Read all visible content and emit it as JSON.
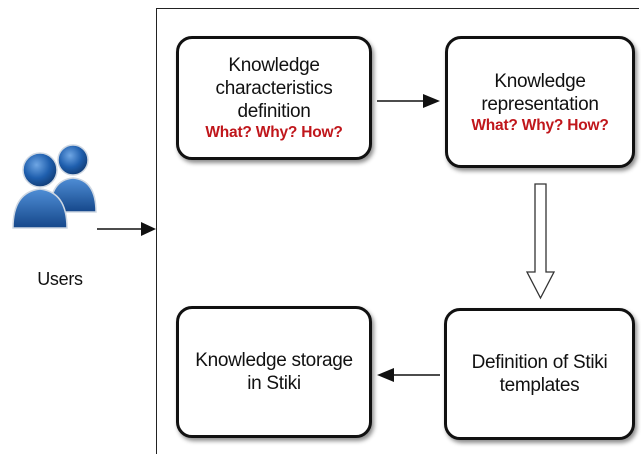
{
  "users": {
    "label": "Users",
    "icon": "users-icon"
  },
  "boxes": [
    {
      "id": "knowledge-characteristics",
      "title": "Knowledge characteristics definition",
      "question": "What? Why? How?"
    },
    {
      "id": "knowledge-representation",
      "title": "Knowledge representation",
      "question": "What? Why? How?"
    },
    {
      "id": "knowledge-storage",
      "title": "Knowledge storage in Stiki"
    },
    {
      "id": "stiki-templates",
      "title": "Definition of Stiki templates"
    }
  ],
  "colors": {
    "question": "#c0161b",
    "user_icon": "#1f5fae",
    "border": "#111111"
  }
}
